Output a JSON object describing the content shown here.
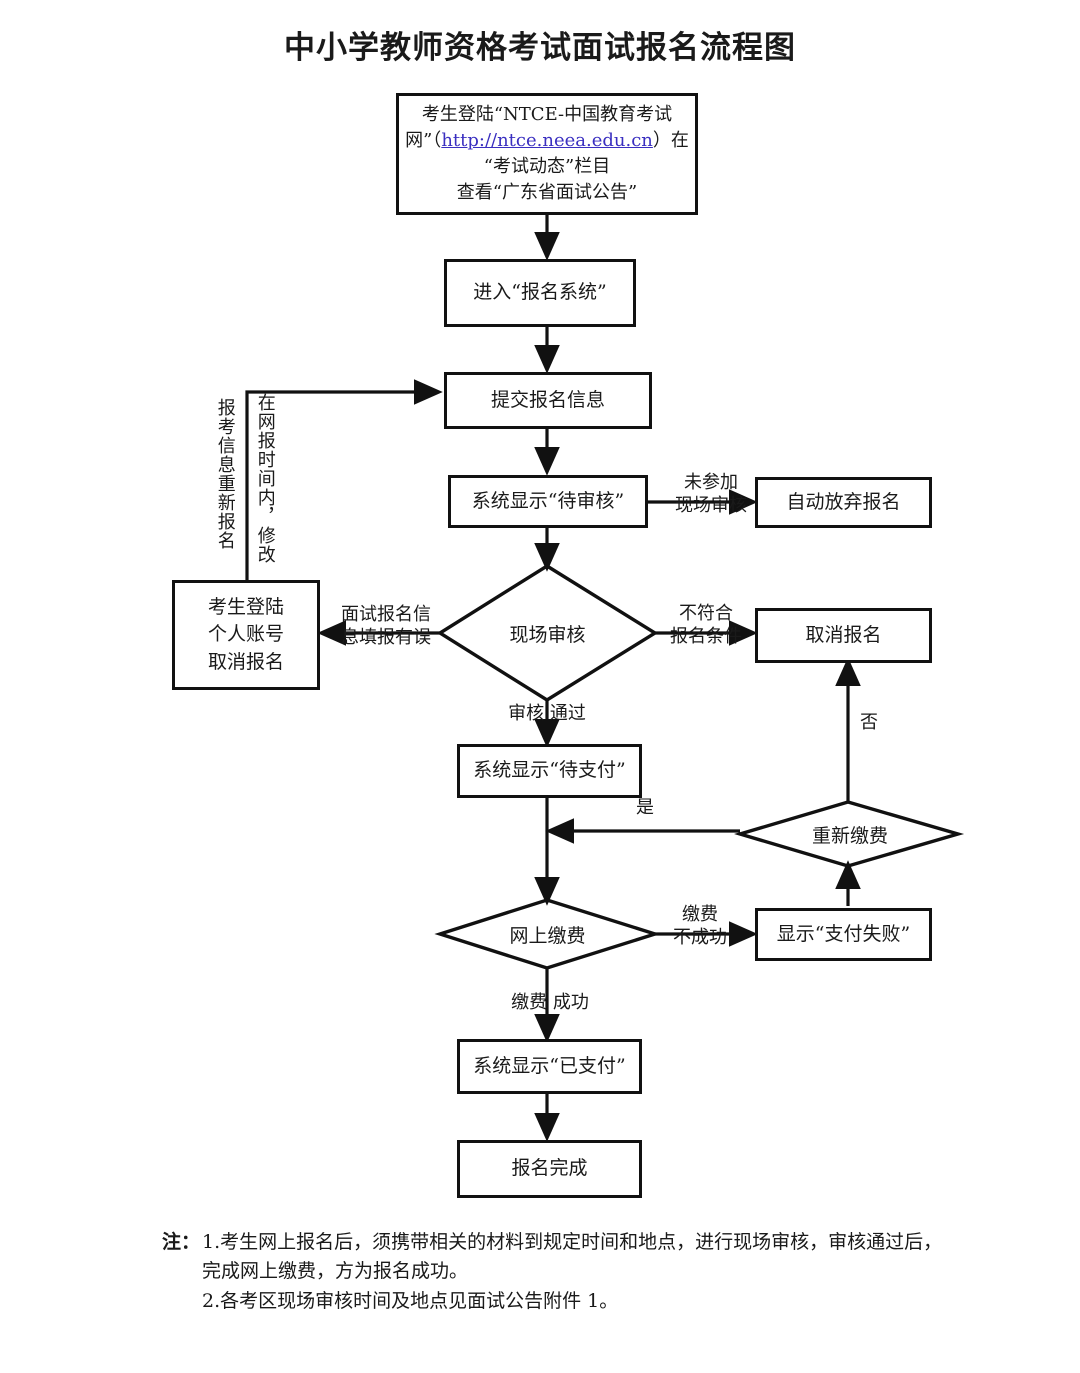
{
  "title": "中小学教师资格考试面试报名流程图",
  "colors": {
    "stroke": "#111111",
    "background": "#ffffff",
    "text": "#1a1a1a",
    "link": "#3a2fc0"
  },
  "nodes": {
    "login_site": {
      "shape": "box",
      "line1": "考生登陆“NTCE-中国教育考试",
      "line2_pre": "网”（",
      "line2_url": "http://ntce.neea.edu.cn",
      "line2_post": "）在",
      "line3": "“考试动态”栏目",
      "line4": "查看“广东省面试公告”"
    },
    "enter_system": {
      "shape": "box",
      "label": "进入“报名系统”"
    },
    "submit_info": {
      "shape": "box",
      "label": "提交报名信息"
    },
    "pending_review": {
      "shape": "box",
      "label": "系统显示“待审核”"
    },
    "auto_abandon": {
      "shape": "box",
      "label": "自动放弃报名"
    },
    "onsite_review": {
      "shape": "diamond",
      "label": "现场审核"
    },
    "cancel_by_self": {
      "shape": "box",
      "line1": "考生登陆",
      "line2": "个人账号",
      "line3": "取消报名"
    },
    "cancel_registration": {
      "shape": "box",
      "label": "取消报名"
    },
    "pending_payment": {
      "shape": "box",
      "label": "系统显示“待支付”"
    },
    "repay": {
      "shape": "diamond",
      "label": "重新缴费"
    },
    "online_payment": {
      "shape": "diamond",
      "label": "网上缴费"
    },
    "payment_failed": {
      "shape": "box",
      "label": "显示“支付失败”"
    },
    "paid": {
      "shape": "box",
      "label": "系统显示“已支付”"
    },
    "done": {
      "shape": "box",
      "label": "报名完成"
    }
  },
  "edge_labels": {
    "not_attend_review": "未参加\n现场审核",
    "info_error": "面试报名信\n息填报有误",
    "not_qualified": "不符合\n报名条件",
    "review_passed": "审核  通过",
    "repay_yes": "是",
    "repay_no": "否",
    "pay_failed": "缴费\n不成功",
    "pay_success": "缴费  成功"
  },
  "vertical_labels": {
    "modify_inner": "在网报时间内，修改",
    "modify_outer": "报考信息重新报名"
  },
  "footnotes": {
    "tag": "注：",
    "item1_num": "1.",
    "item1_line1": "考生网上报名后，须携带相关的材料到规定时间和地点，进行现场审核，审核通过后，",
    "item1_line2": "完成网上缴费，方为报名成功。",
    "item2_num": "2.",
    "item2_line1": "各考区现场审核时间及地点见面试公告附件 1。"
  }
}
